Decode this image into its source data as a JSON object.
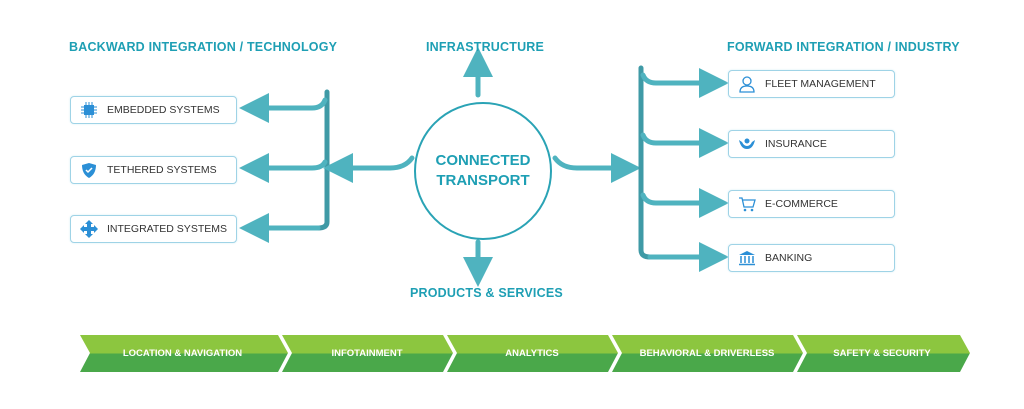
{
  "headings": {
    "backward": "BACKWARD INTEGRATION / TECHNOLOGY",
    "infrastructure": "INFRASTRUCTURE",
    "forward": "FORWARD INTEGRATION / INDUSTRY",
    "products": "PRODUCTS & SERVICES"
  },
  "center": {
    "line1": "CONNECTED",
    "line2": "TRANSPORT"
  },
  "backward_items": [
    {
      "label": "EMBEDDED SYSTEMS",
      "icon": "chip-icon"
    },
    {
      "label": "TETHERED SYSTEMS",
      "icon": "shield-icon"
    },
    {
      "label": "INTEGRATED SYSTEMS",
      "icon": "arrows-icon"
    }
  ],
  "forward_items": [
    {
      "label": "FLEET MANAGEMENT",
      "icon": "person-icon"
    },
    {
      "label": "INSURANCE",
      "icon": "hands-icon"
    },
    {
      "label": "E-COMMERCE",
      "icon": "cart-icon"
    },
    {
      "label": "BANKING",
      "icon": "bank-icon"
    }
  ],
  "bottom_band": [
    "LOCATION & NAVIGATION",
    "INFOTAINMENT",
    "ANALYTICS",
    "BEHAVIORAL & DRIVERLESS",
    "SAFETY & SECURITY"
  ],
  "colors": {
    "teal": "#1e9fb4",
    "arrow": "#4fb3bf",
    "green_light": "#8cc63f",
    "green_dark": "#4aa84a",
    "icon_blue": "#2b8fd6"
  }
}
